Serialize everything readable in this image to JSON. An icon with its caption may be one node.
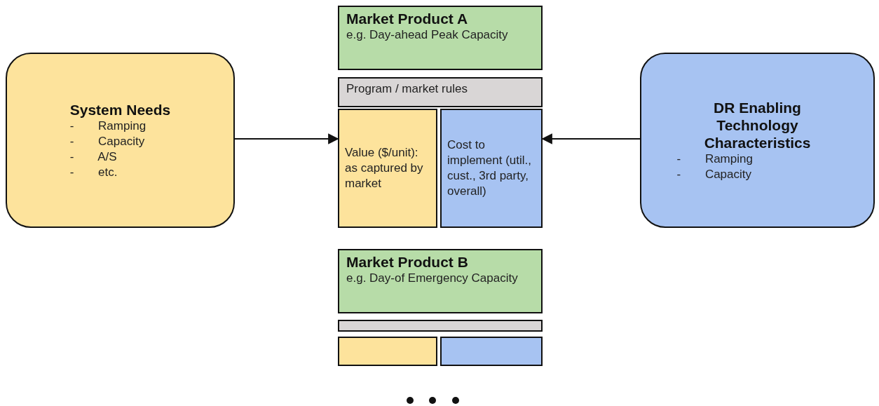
{
  "diagram": {
    "nodes": [
      {
        "text": [
          "System Needs",
          "- Ramping",
          "- Capacity",
          "- A/S",
          "- etc."
        ]
      },
      {
        "text": [
          "Market Product A",
          "e.g. Day-ahead Peak Capacity"
        ]
      },
      {
        "text": [
          "Program / market rules"
        ]
      },
      {
        "text": [
          "Value ($/unit): as captured by market"
        ]
      },
      {
        "text": [
          "Cost to implement (util., cust., 3rd party, overall)"
        ]
      },
      {
        "text": [
          "DR Enabling Technology Characteristics",
          "- Ramping",
          "- Capacity"
        ]
      },
      {
        "text": [
          "Market Product B",
          "e.g. Day-of Emergency Capacity"
        ]
      },
      {
        "text": [],
        "shape": "bar"
      },
      {
        "text": [],
        "shape": "box"
      },
      {
        "text": [],
        "shape": "box"
      }
    ],
    "edges": [
      {
        "from": 0,
        "to": 3,
        "arrow": "to"
      },
      {
        "from": 5,
        "to": 4,
        "arrow": "to"
      }
    ]
  }
}
